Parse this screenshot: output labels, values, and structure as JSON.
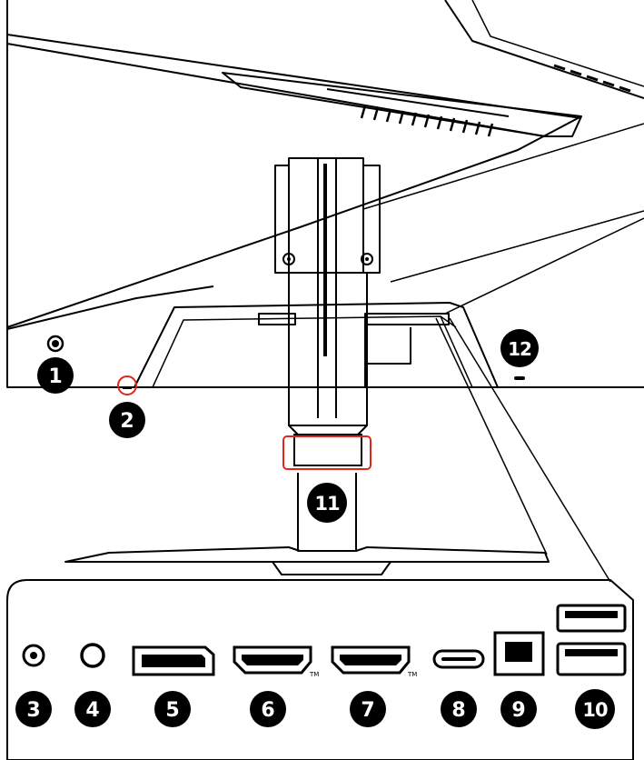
{
  "callouts": [
    {
      "id": "power-button",
      "number": "1"
    },
    {
      "id": "joystick",
      "number": "2"
    },
    {
      "id": "audio-combo-jack",
      "number": "3"
    },
    {
      "id": "dc-jack",
      "number": "4"
    },
    {
      "id": "displayport",
      "number": "5"
    },
    {
      "id": "hdmi-port-1",
      "number": "6"
    },
    {
      "id": "hdmi-port-2",
      "number": "7"
    },
    {
      "id": "usb-type-c-port",
      "number": "8"
    },
    {
      "id": "usb-type-b-port",
      "number": "9"
    },
    {
      "id": "usb-type-a-ports",
      "number": "10"
    },
    {
      "id": "cable-holder",
      "number": "11"
    },
    {
      "id": "kensington-lock",
      "number": "12"
    }
  ],
  "trademark": {
    "hdmi_1": "TM",
    "hdmi_2": "TM"
  },
  "colors": {
    "line": "#000000",
    "badge": "#000000",
    "highlight": "#e2241b",
    "background": "#ffffff"
  }
}
